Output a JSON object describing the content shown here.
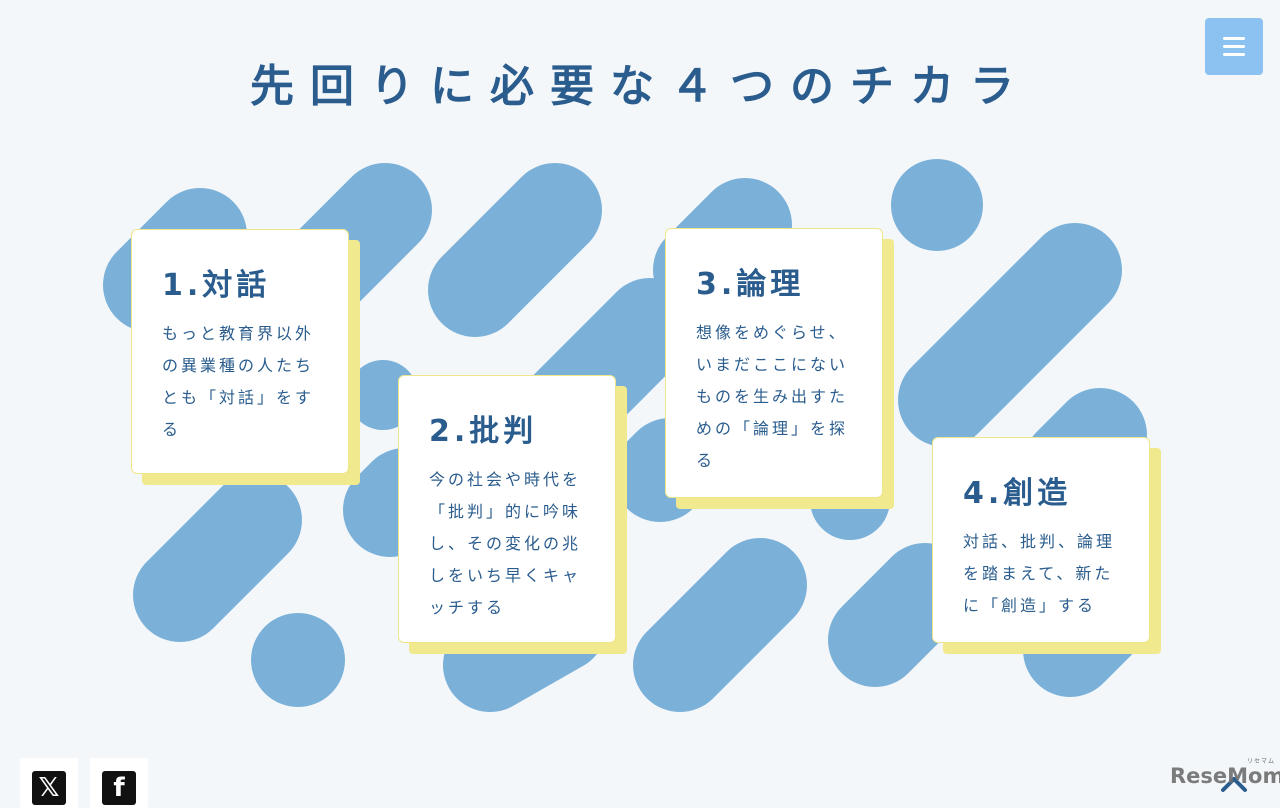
{
  "page": {
    "title": "先回りに必要な４つのチカラ"
  },
  "colors": {
    "background": "#f3f7fa",
    "primary_text": "#2a5c8e",
    "decorative_shapes": "#7bb1d9",
    "card_shadow": "#f1e98d",
    "menu_button": "#8cc2f2"
  },
  "menu": {
    "icon": "hamburger-icon"
  },
  "cards": [
    {
      "title": "1.対話",
      "text": "もっと教育界以外の異業種の人たちとも「対話」をする"
    },
    {
      "title": "2.批判",
      "text": "今の社会や時代を「批判」的に吟味し、その変化の兆しをいち早くキャッチする"
    },
    {
      "title": "3.論理",
      "text": "想像をめぐらせ、いまだここにないものを生み出すための「論理」を探る"
    },
    {
      "title": "4.創造",
      "text": "対話、批判、論理を踏まえて、新たに「創造」する"
    }
  ],
  "social": {
    "x_icon": "x-logo-icon",
    "x_glyph": "𝕏",
    "facebook_icon": "facebook-logo-icon",
    "facebook_glyph": "f"
  },
  "scroll_top": {
    "icon": "chevron-up-icon"
  },
  "watermark": {
    "text": "ReseMom",
    "small_text": "リセマム"
  }
}
